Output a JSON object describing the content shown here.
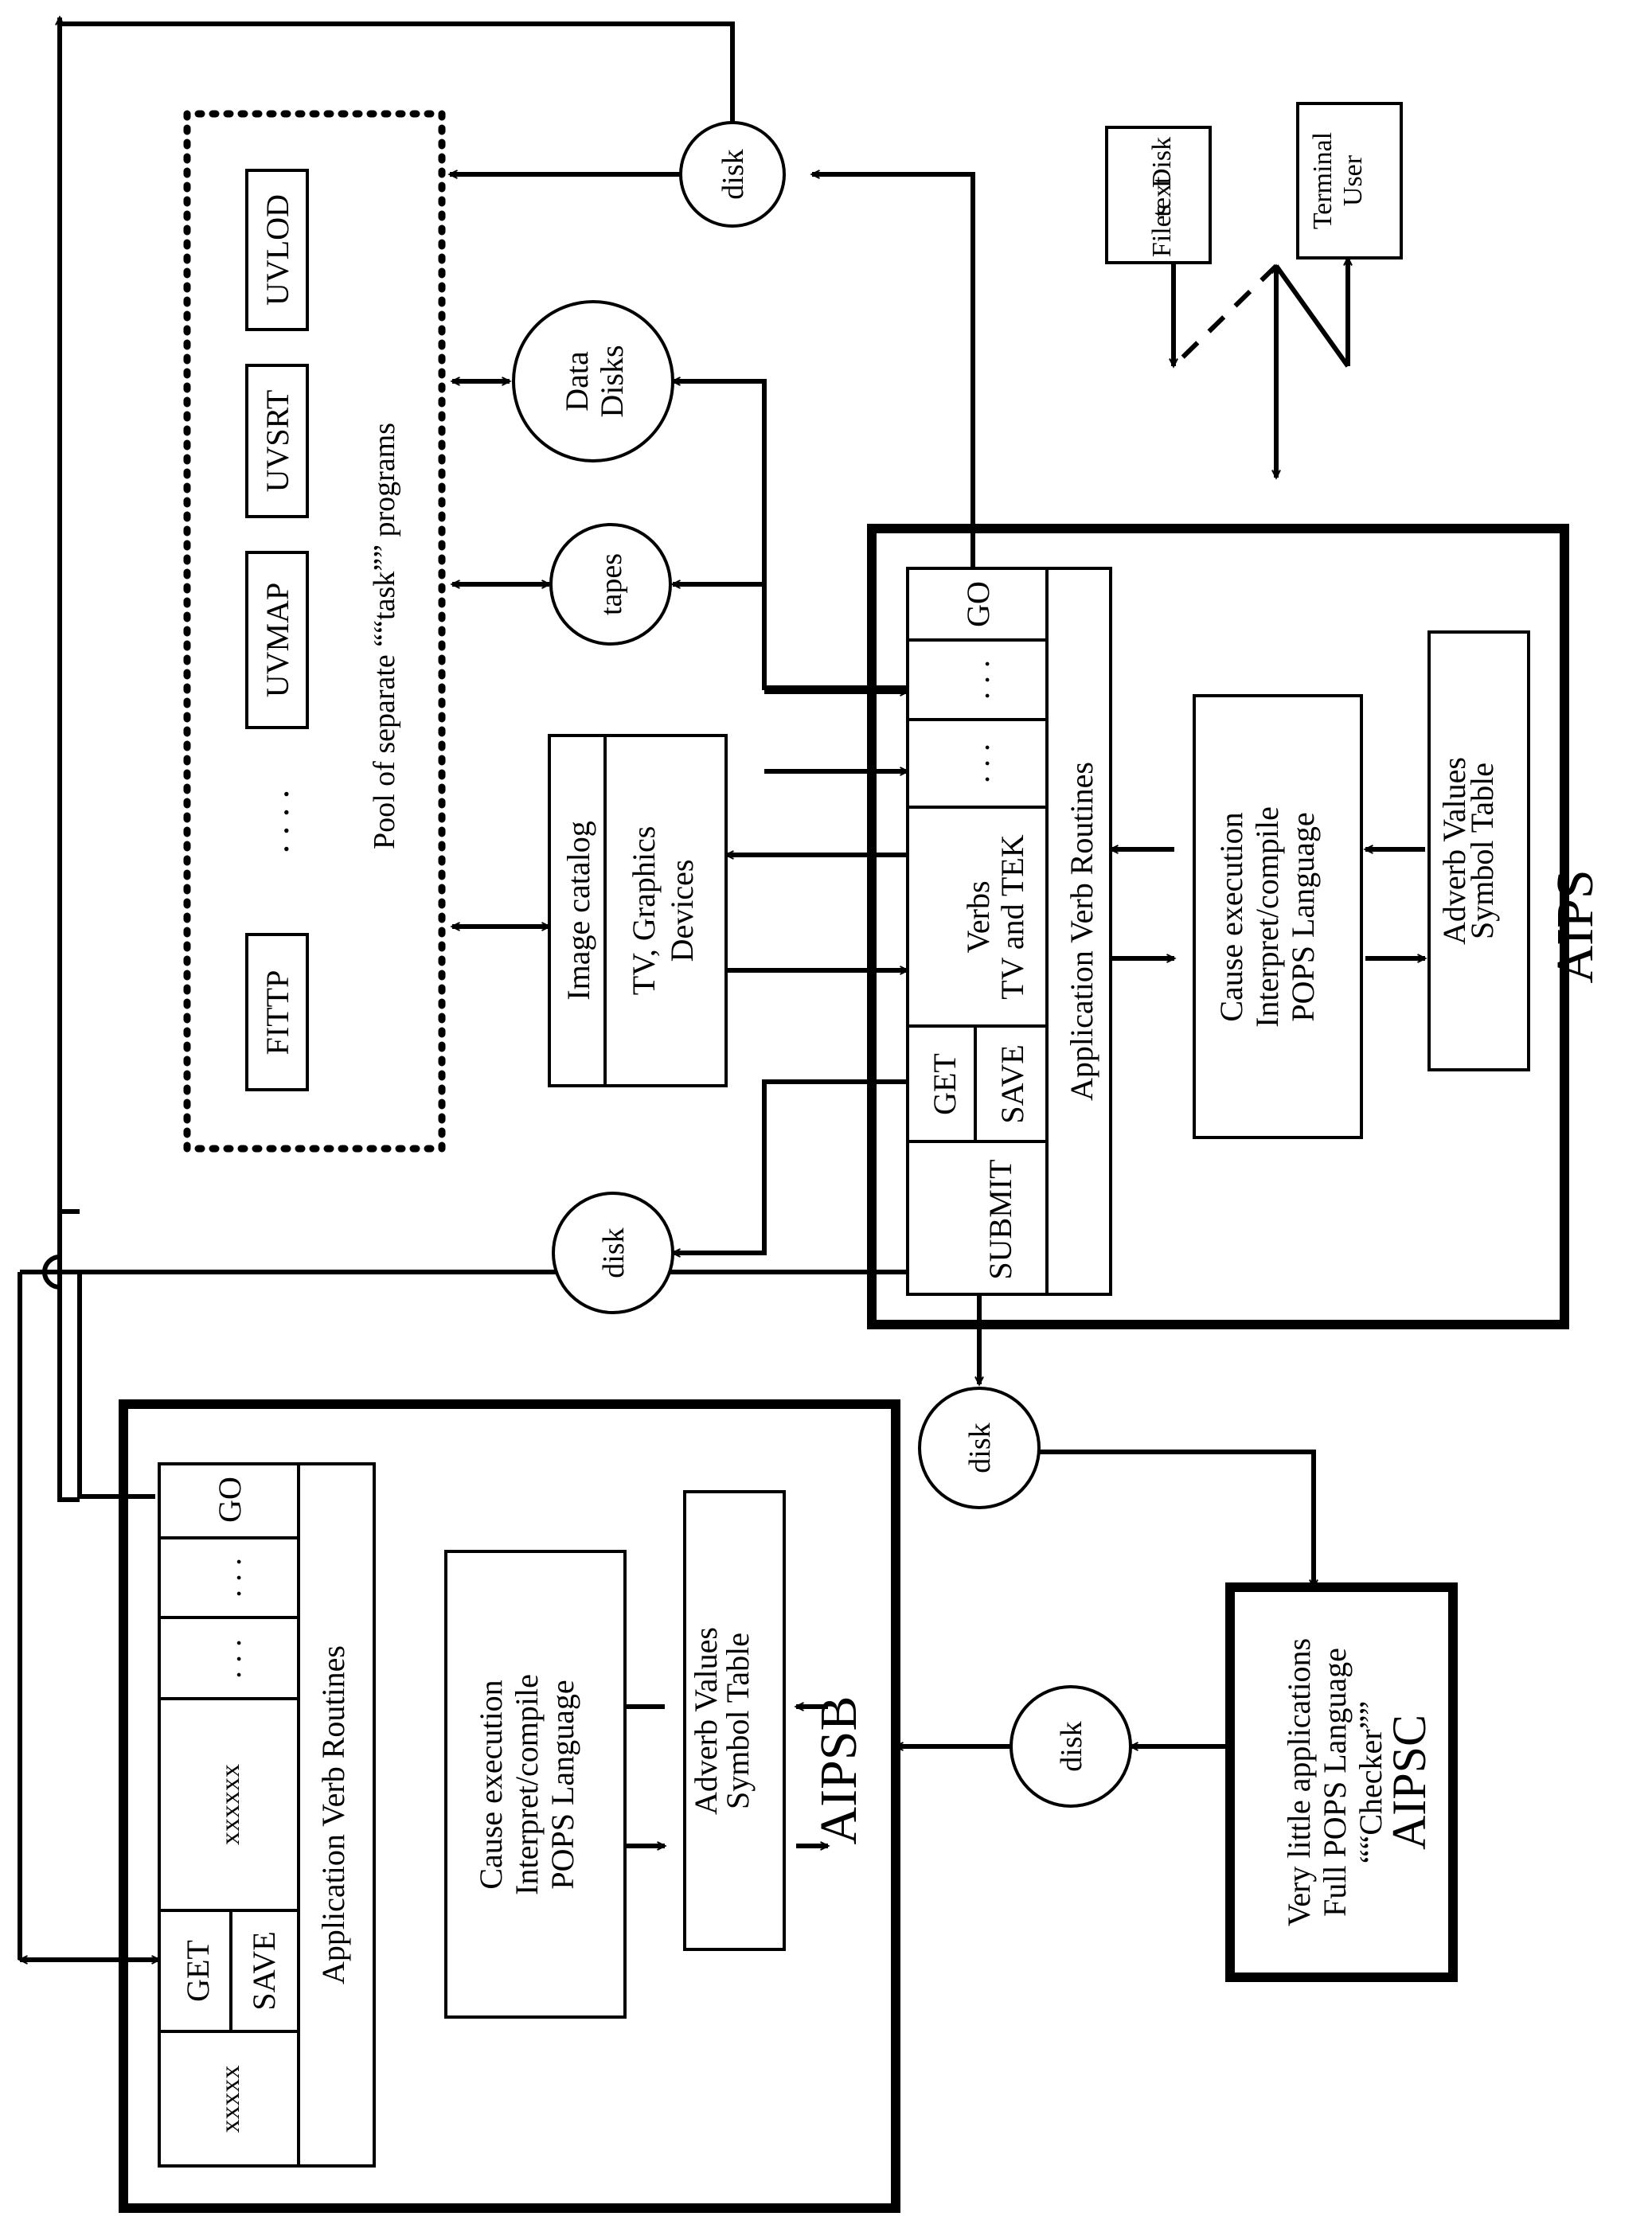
{
  "aips": {
    "title": "AIPS",
    "symbol_table": [
      "Symbol Table",
      "Adverb Values"
    ],
    "pops": [
      "POPS Language",
      "Interpret/compile",
      "Cause execution"
    ],
    "verb_routines_title": "Application Verb Routines",
    "verbs": {
      "go": "GO",
      "dots": ". . .",
      "tv_tek": [
        "TV and TEK",
        "Verbs"
      ],
      "save": "SAVE",
      "get": "GET",
      "submit": "SUBMIT"
    }
  },
  "aipsb": {
    "title": "AIPSB",
    "symbol_table": [
      "Symbol Table",
      "Adverb Values"
    ],
    "pops": [
      "POPS Language",
      "Interpret/compile",
      "Cause execution"
    ],
    "verb_routines_title": "Application Verb Routines",
    "verbs": {
      "go": "GO",
      "dots": ". . .",
      "x6": "xxxxxx",
      "save": "SAVE",
      "get": "GET",
      "x5": "xxxxx"
    }
  },
  "aipsc": {
    "title": "AIPSC",
    "lines": [
      "““Checker””",
      "Full POPS Language",
      "Very little applications"
    ]
  },
  "pool": {
    "title": "Pool of separate ““task”” programs",
    "tasks": [
      "UVLOD",
      "UVSRT",
      "UVMAP",
      "FITTP"
    ],
    "ellipsis": ". . . ."
  },
  "devices": {
    "disk": "disk",
    "data_disks": [
      "Data",
      "Disks"
    ],
    "tapes": "tapes",
    "tv": [
      "TV, Graphics",
      "Devices"
    ],
    "image_catalog": "Image catalog",
    "disk_text_files": [
      "Disk",
      "text",
      "Files"
    ],
    "user_terminal": [
      "User",
      "Terminal"
    ]
  }
}
